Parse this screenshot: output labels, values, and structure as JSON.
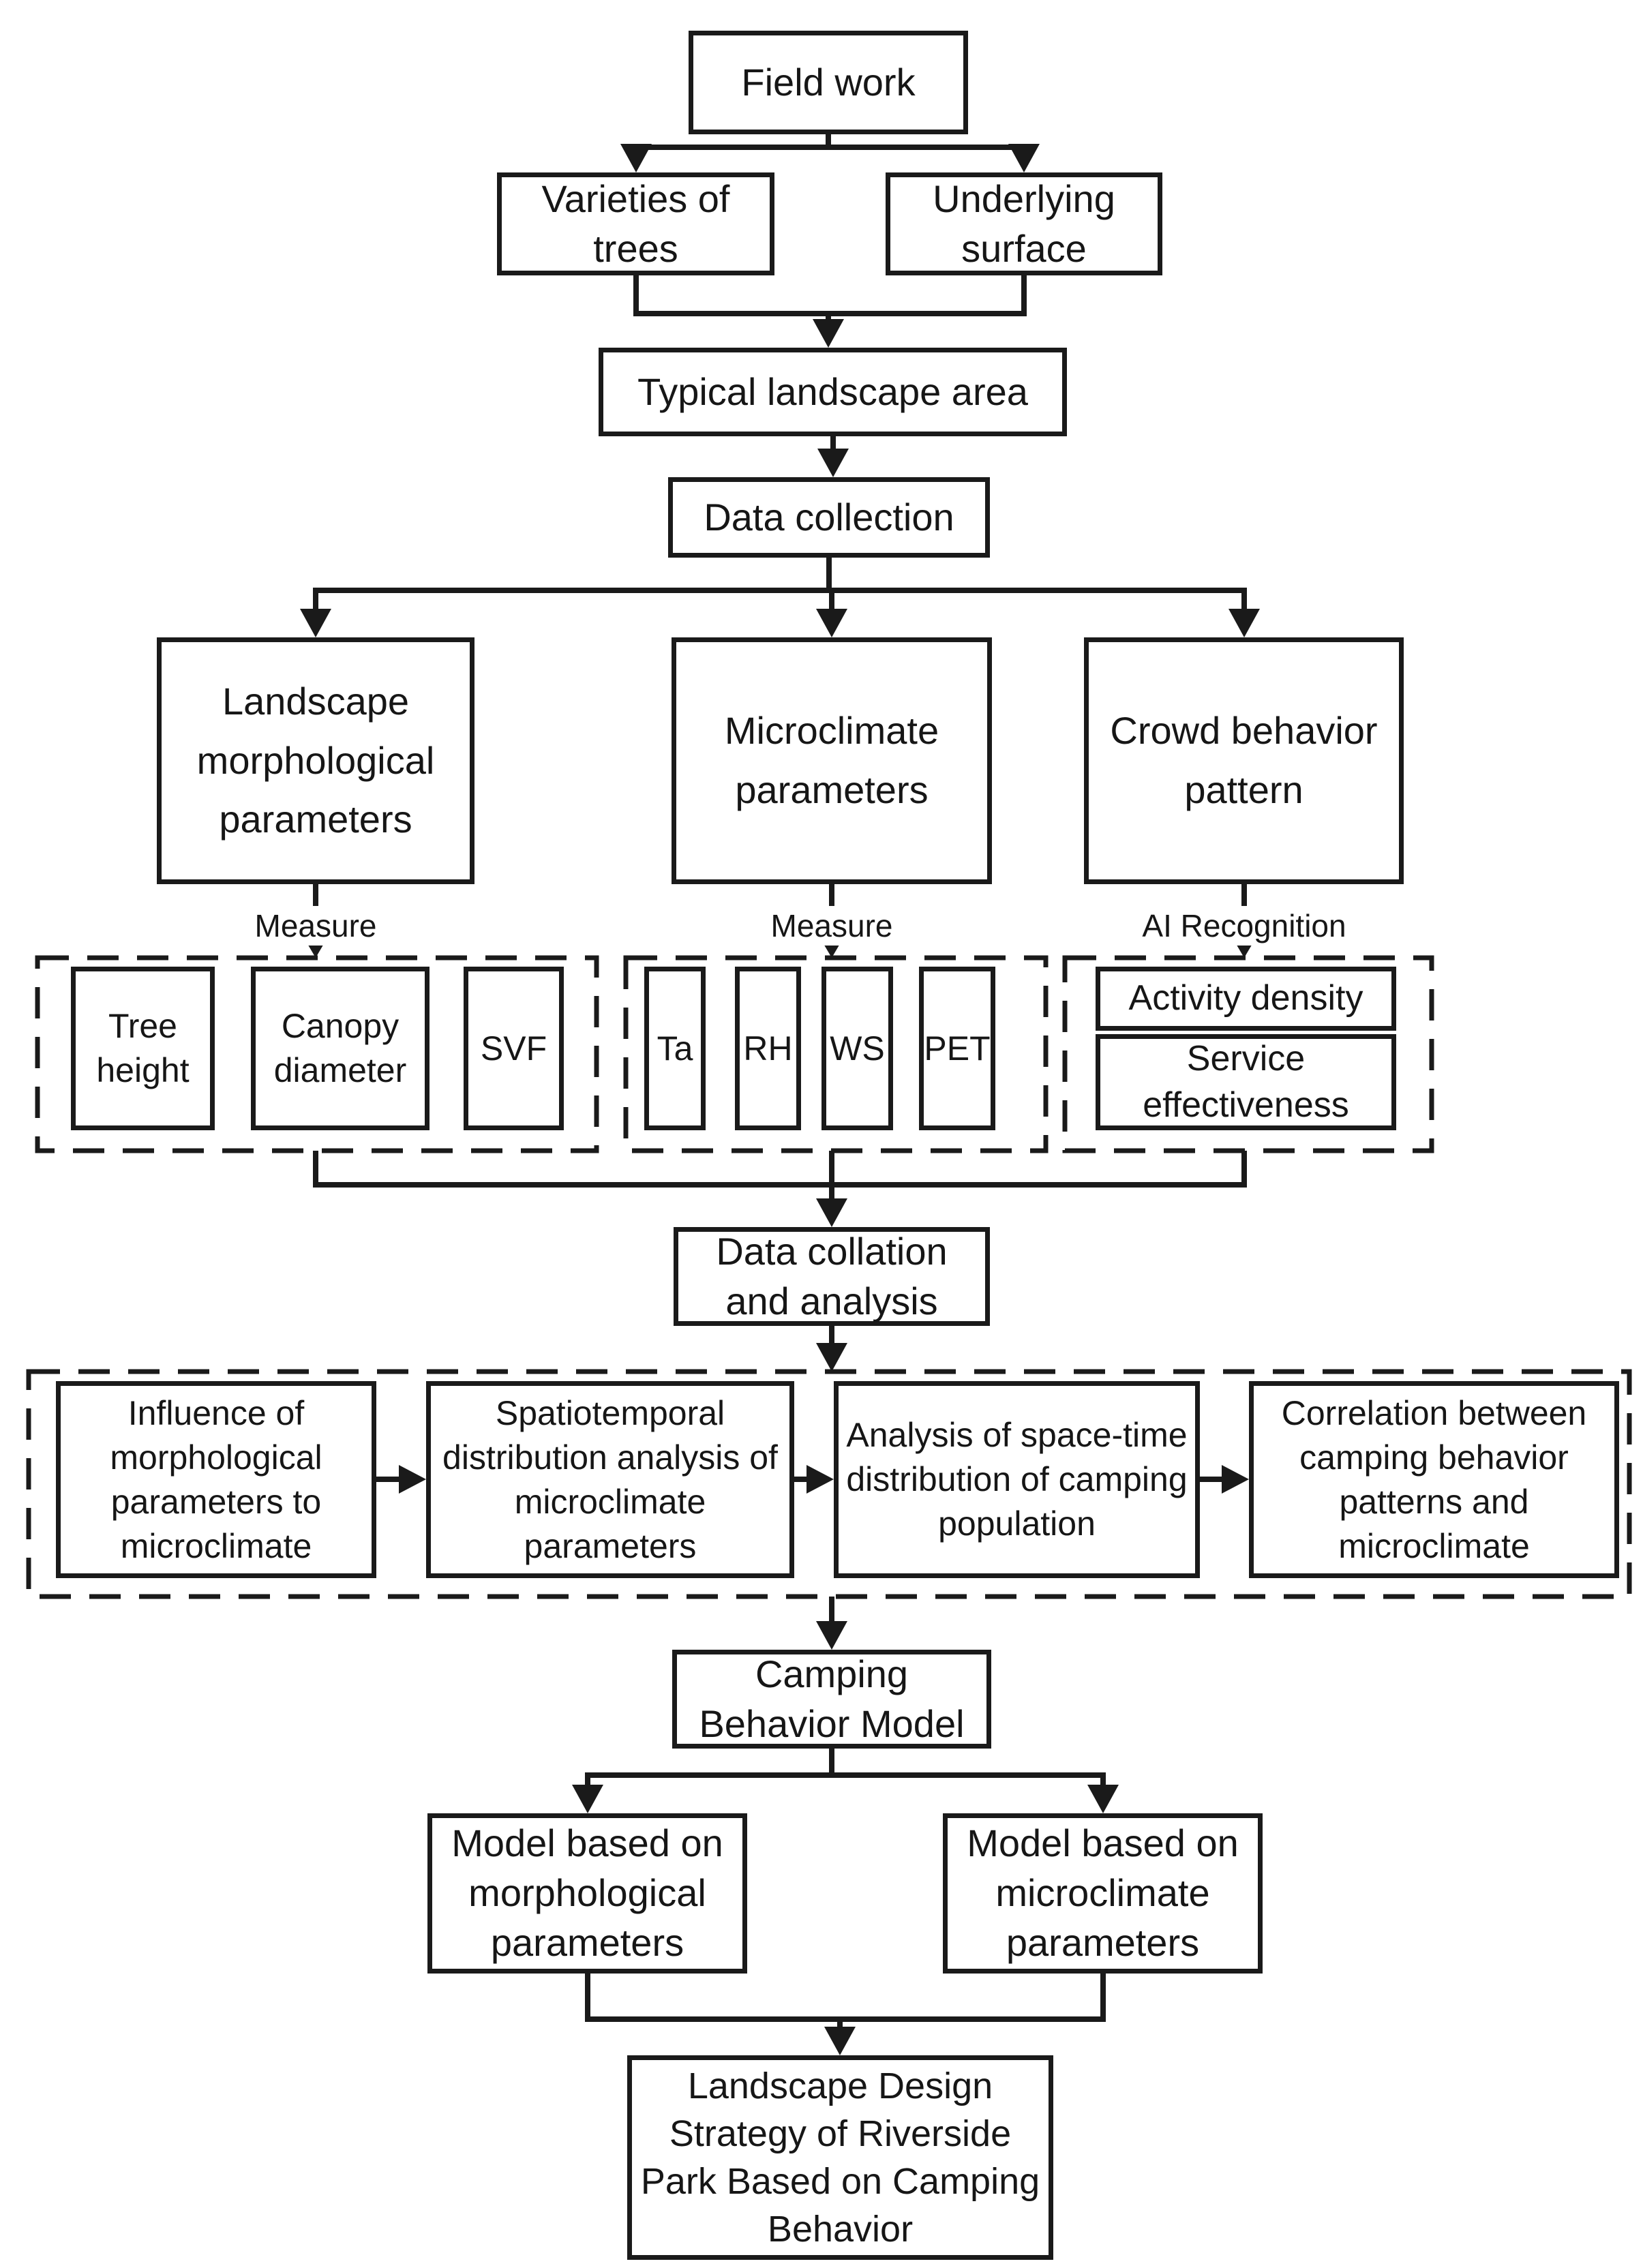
{
  "colors": {
    "background": "#ffffff",
    "line": "#1a1a1a",
    "text": "#161616"
  },
  "nodes": {
    "field_work": {
      "label": "Field work"
    },
    "varieties_of_trees": {
      "label": "Varieties of trees"
    },
    "underlying_surface": {
      "label": "Underlying surface"
    },
    "typical_landscape_area": {
      "label": "Typical landscape area"
    },
    "data_collection": {
      "label": "Data collection"
    },
    "landscape_morphological_parameters": {
      "label": "Landscape morphological parameters"
    },
    "microclimate_parameters": {
      "label": "Microclimate parameters"
    },
    "crowd_behavior_pattern": {
      "label": "Crowd behavior pattern"
    },
    "tree_height": {
      "label": "Tree height"
    },
    "canopy_diameter": {
      "label": "Canopy diameter"
    },
    "svf": {
      "label": "SVF"
    },
    "ta": {
      "label": "Ta"
    },
    "rh": {
      "label": "RH"
    },
    "ws": {
      "label": "WS"
    },
    "pet": {
      "label": "PET"
    },
    "activity_density": {
      "label": "Activity density"
    },
    "service_effectiveness": {
      "label": "Service effectiveness"
    },
    "data_collation_and_analysis": {
      "label": "Data collation and analysis"
    },
    "influence_of_morphological": {
      "label": "Influence of morphological parameters to microclimate"
    },
    "spatiotemporal_distribution": {
      "label": "Spatiotemporal distribution analysis of microclimate parameters"
    },
    "analysis_space_time": {
      "label": "Analysis of space-time distribution of camping population"
    },
    "correlation_camping_microclimate": {
      "label": "Correlation between camping behavior patterns and microclimate"
    },
    "camping_behavior_model": {
      "label": "Camping Behavior Model"
    },
    "model_morphological": {
      "label": "Model based on morphological parameters"
    },
    "model_microclimate": {
      "label": "Model based on microclimate parameters"
    },
    "landscape_design_strategy": {
      "label": "Landscape Design Strategy of Riverside Park Based on Camping Behavior"
    }
  },
  "edge_labels": {
    "measure_left": "Measure",
    "measure_middle": "Measure",
    "ai_recognition": "AI Recognition"
  }
}
